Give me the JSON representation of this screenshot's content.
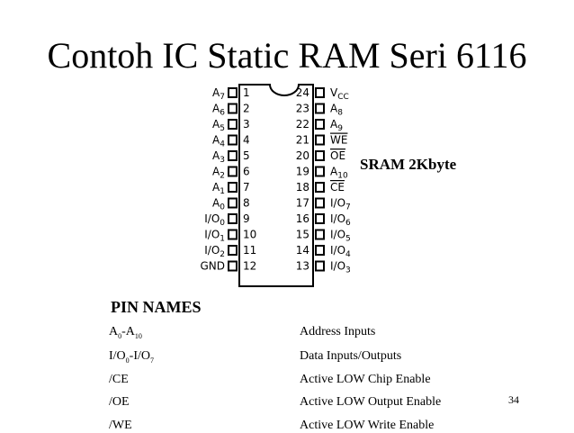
{
  "title": "Contoh IC Static RAM Seri 6116",
  "chip": {
    "left_pins": [
      {
        "num": "1",
        "name": "A",
        "sub": "7",
        "over": false
      },
      {
        "num": "2",
        "name": "A",
        "sub": "6",
        "over": false
      },
      {
        "num": "3",
        "name": "A",
        "sub": "5",
        "over": false
      },
      {
        "num": "4",
        "name": "A",
        "sub": "4",
        "over": false
      },
      {
        "num": "5",
        "name": "A",
        "sub": "3",
        "over": false
      },
      {
        "num": "6",
        "name": "A",
        "sub": "2",
        "over": false
      },
      {
        "num": "7",
        "name": "A",
        "sub": "1",
        "over": false
      },
      {
        "num": "8",
        "name": "A",
        "sub": "0",
        "over": false
      },
      {
        "num": "9",
        "name": "I/O",
        "sub": "0",
        "over": false
      },
      {
        "num": "10",
        "name": "I/O",
        "sub": "1",
        "over": false
      },
      {
        "num": "11",
        "name": "I/O",
        "sub": "2",
        "over": false
      },
      {
        "num": "12",
        "name": "GND",
        "sub": "",
        "over": false
      }
    ],
    "right_pins": [
      {
        "num": "24",
        "name": "V",
        "sub": "CC",
        "over": false
      },
      {
        "num": "23",
        "name": "A",
        "sub": "8",
        "over": false
      },
      {
        "num": "22",
        "name": "A",
        "sub": "9",
        "over": false
      },
      {
        "num": "21",
        "name": "WE",
        "sub": "",
        "over": true
      },
      {
        "num": "20",
        "name": "OE",
        "sub": "",
        "over": true
      },
      {
        "num": "19",
        "name": "A",
        "sub": "10",
        "over": false
      },
      {
        "num": "18",
        "name": "CE",
        "sub": "",
        "over": true
      },
      {
        "num": "17",
        "name": "I/O",
        "sub": "7",
        "over": false
      },
      {
        "num": "16",
        "name": "I/O",
        "sub": "6",
        "over": false
      },
      {
        "num": "15",
        "name": "I/O",
        "sub": "5",
        "over": false
      },
      {
        "num": "14",
        "name": "I/O",
        "sub": "4",
        "over": false
      },
      {
        "num": "13",
        "name": "I/O",
        "sub": "3",
        "over": false
      }
    ]
  },
  "sram_label": "SRAM 2Kbyte",
  "pin_names": {
    "title": "PIN NAMES",
    "rows": [
      {
        "sym": "A",
        "sym_sub": "0",
        "sym2": "-A",
        "sym2_sub": "10",
        "desc": "Address Inputs"
      },
      {
        "sym": "I/O",
        "sym_sub": "0",
        "sym2": "-I/O",
        "sym2_sub": "7",
        "desc": "Data Inputs/Outputs"
      },
      {
        "sym": "/CE",
        "sym_sub": "",
        "sym2": "",
        "sym2_sub": "",
        "desc": "Active LOW Chip Enable"
      },
      {
        "sym": "/OE",
        "sym_sub": "",
        "sym2": "",
        "sym2_sub": "",
        "desc": "Active LOW Output Enable"
      },
      {
        "sym": "/WE",
        "sym_sub": "",
        "sym2": "",
        "sym2_sub": "",
        "desc": "Active LOW Write Enable"
      }
    ]
  },
  "slide_number": "34"
}
